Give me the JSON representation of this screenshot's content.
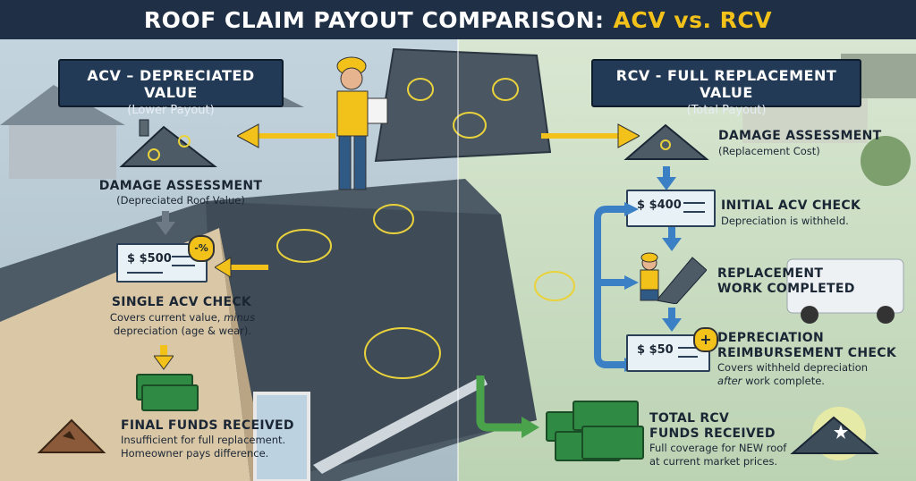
{
  "title": {
    "main": "ROOF CLAIM PAYOUT COMPARISON:",
    "accent": "ACV vs. RCV"
  },
  "acv": {
    "header_title": "ACV – DEPRECIATED VALUE",
    "header_sub": "(Lower Payout)",
    "step1_title": "DAMAGE ASSESSMENT",
    "step1_desc": "(Depreciated Roof Value)",
    "check_amount": "$ $500",
    "check_badge": "-%",
    "step2_title": "SINGLE ACV CHECK",
    "step2_desc1": "Covers current value,",
    "step2_desc1_em": "minus",
    "step2_desc2": "depreciation (age & wear).",
    "step3_title": "FINAL FUNDS RECEIVED",
    "step3_desc1": "Insufficient for full replacement.",
    "step3_desc2": "Homeowner pays difference."
  },
  "rcv": {
    "header_title": "RCV - FULL REPLACEMENT VALUE",
    "header_sub": "(Total Payout)",
    "step1_title": "DAMAGE ASSESSMENT",
    "step1_desc": "(Replacement Cost)",
    "check1_amount": "$ $400",
    "step2_title": "INITIAL ACV CHECK",
    "step2_desc": "Depreciation is withheld.",
    "step3_title1": "REPLACEMENT",
    "step3_title2": "WORK COMPLETED",
    "check2_amount": "$ $50",
    "check2_badge": "+",
    "step4_title1": "DEPRECIATION",
    "step4_title2": "REIMBURSEMENT CHECK",
    "step4_desc1": "Covers withheld depreciation",
    "step4_desc2_em": "after",
    "step4_desc2": "work complete.",
    "step5_title1": "TOTAL RCV",
    "step5_title2": "FUNDS RECEIVED",
    "step5_desc1": "Full coverage for NEW roof",
    "step5_desc2": "at current market prices."
  },
  "colors": {
    "navy": "#233a56",
    "accent_yellow": "#f3c21a",
    "flow_blue": "#3b7fc4",
    "flow_green": "#4aa34a",
    "money_green": "#2f8a43"
  }
}
